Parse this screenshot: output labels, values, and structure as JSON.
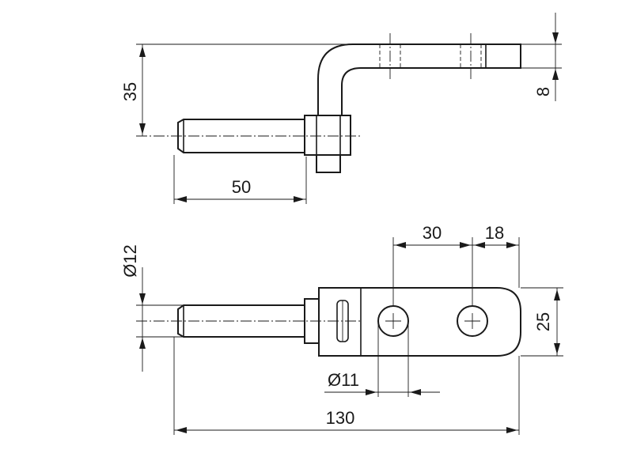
{
  "dimensions": {
    "height_35": "35",
    "thickness_8": "8",
    "pin_length_50": "50",
    "hole_pitch_30": "30",
    "end_18": "18",
    "pin_dia_12": "Ø12",
    "width_25": "25",
    "hole_dia_11": "Ø11",
    "overall_130": "130"
  }
}
